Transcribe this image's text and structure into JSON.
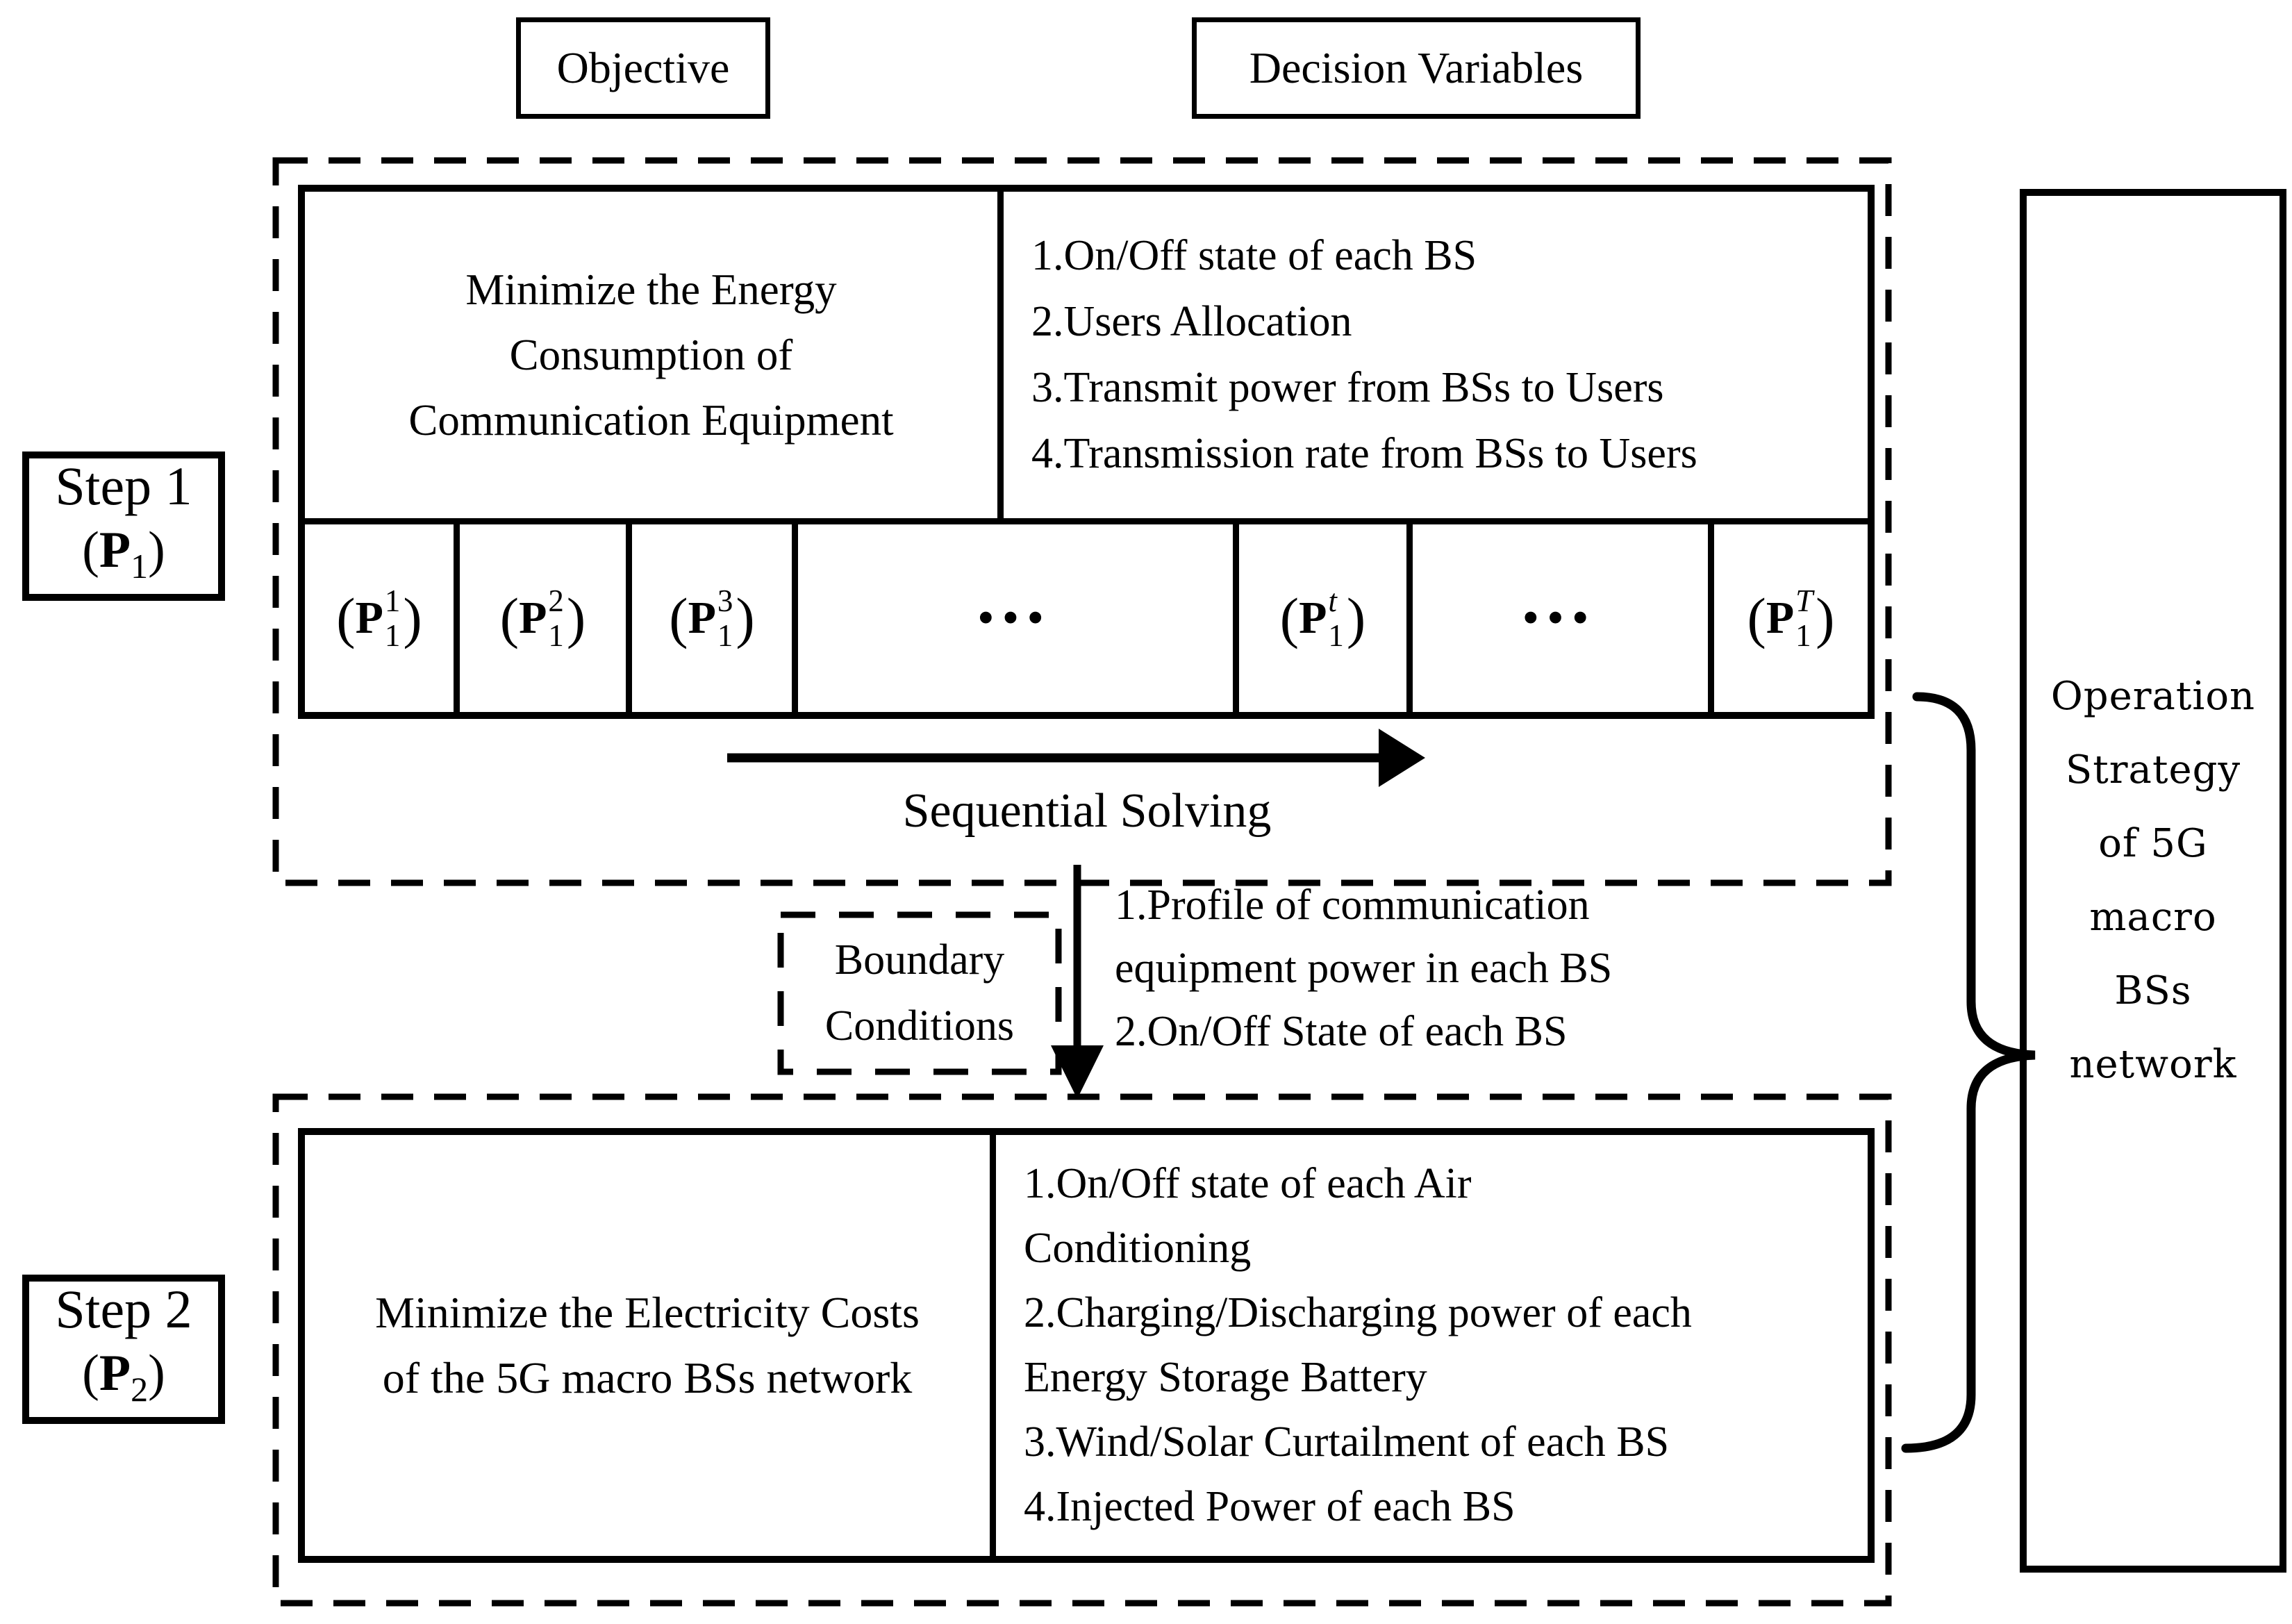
{
  "header": {
    "objective_label": "Objective",
    "decision_label": "Decision Variables"
  },
  "step1": {
    "label": "Step 1",
    "p": {
      "open": "(",
      "base": "P",
      "sub": "1",
      "close": ")"
    },
    "objective": [
      "Minimize the Energy",
      "Consumption of",
      "Communication Equipment"
    ],
    "decision_items": [
      "1.On/Off state of each BS",
      "2.Users Allocation",
      "3.Transmit power from BSs to Users",
      "4.Transmission rate from BSs to Users"
    ],
    "pboxes": [
      {
        "type": "p",
        "open": "(",
        "base": "P",
        "sub": "1",
        "sup": "1",
        "close": ")"
      },
      {
        "type": "p",
        "open": "(",
        "base": "P",
        "sub": "1",
        "sup": "2",
        "close": ")"
      },
      {
        "type": "p",
        "open": "(",
        "base": "P",
        "sub": "1",
        "sup": "3",
        "close": ")"
      },
      {
        "type": "dots",
        "text": "•••"
      },
      {
        "type": "p",
        "open": "(",
        "base": "P",
        "sub": "1",
        "sup": "t",
        "sup_italic": true,
        "close": ")"
      },
      {
        "type": "dots",
        "text": "•••"
      },
      {
        "type": "p",
        "open": "(",
        "base": "P",
        "sub": "1",
        "sup": "T",
        "sup_italic": true,
        "close": ")"
      }
    ],
    "arrow_label": "Sequential Solving"
  },
  "transition": {
    "boundary_label": [
      "Boundary",
      "Conditions"
    ],
    "outputs": [
      "1.Profile of communication",
      "equipment power in each BS",
      "2.On/Off State of each BS"
    ]
  },
  "step2": {
    "label": "Step 2",
    "p": {
      "open": "(",
      "base": "P",
      "sub": "2",
      "close": ")"
    },
    "objective": [
      "Minimize the Electricity Costs",
      "of the 5G macro BSs network"
    ],
    "decision_items": [
      "1.On/Off state of each Air",
      "Conditioning",
      "2.Charging/Discharging power of each",
      "Energy Storage Battery",
      "3.Wind/Solar Curtailment of each BS",
      "4.Injected Power of each BS"
    ]
  },
  "output": {
    "label": [
      "Operation",
      "Strategy",
      "of 5G",
      "macro",
      "BSs",
      "network"
    ]
  },
  "colors": {
    "ink": "#000000",
    "background": "#ffffff"
  }
}
